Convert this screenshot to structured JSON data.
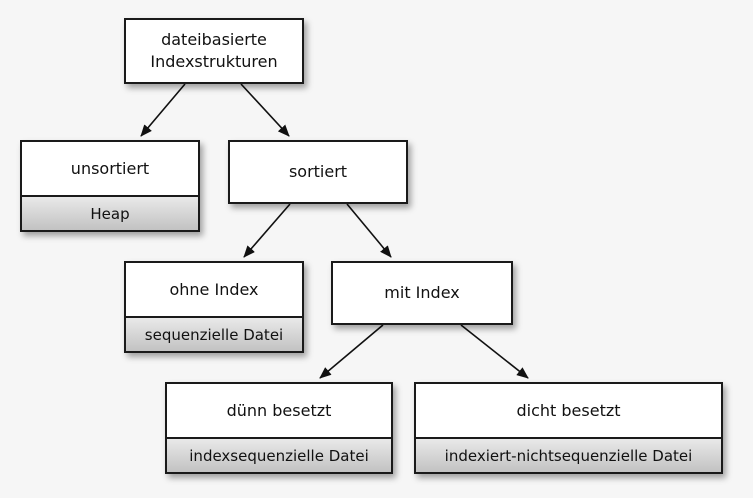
{
  "nodes": {
    "root": {
      "label": "dateibasierte\nIndexstrukturen"
    },
    "unsortiert": {
      "label": "unsortiert",
      "sub": "Heap"
    },
    "sortiert": {
      "label": "sortiert"
    },
    "ohne_index": {
      "label": "ohne Index",
      "sub": "sequenzielle Datei"
    },
    "mit_index": {
      "label": "mit Index"
    },
    "duenn": {
      "label": "dünn besetzt",
      "sub": "indexsequenzielle Datei"
    },
    "dicht": {
      "label": "dicht besetzt",
      "sub": "indexiert-nichtsequenzielle Datei"
    }
  },
  "edges": [
    [
      "root",
      "unsortiert"
    ],
    [
      "root",
      "sortiert"
    ],
    [
      "sortiert",
      "ohne_index"
    ],
    [
      "sortiert",
      "mit_index"
    ],
    [
      "mit_index",
      "duenn"
    ],
    [
      "mit_index",
      "dicht"
    ]
  ],
  "colors": {
    "background": "#f6f6f6",
    "border": "#1a1a1a",
    "sub_fill": "#d0d0d0"
  }
}
